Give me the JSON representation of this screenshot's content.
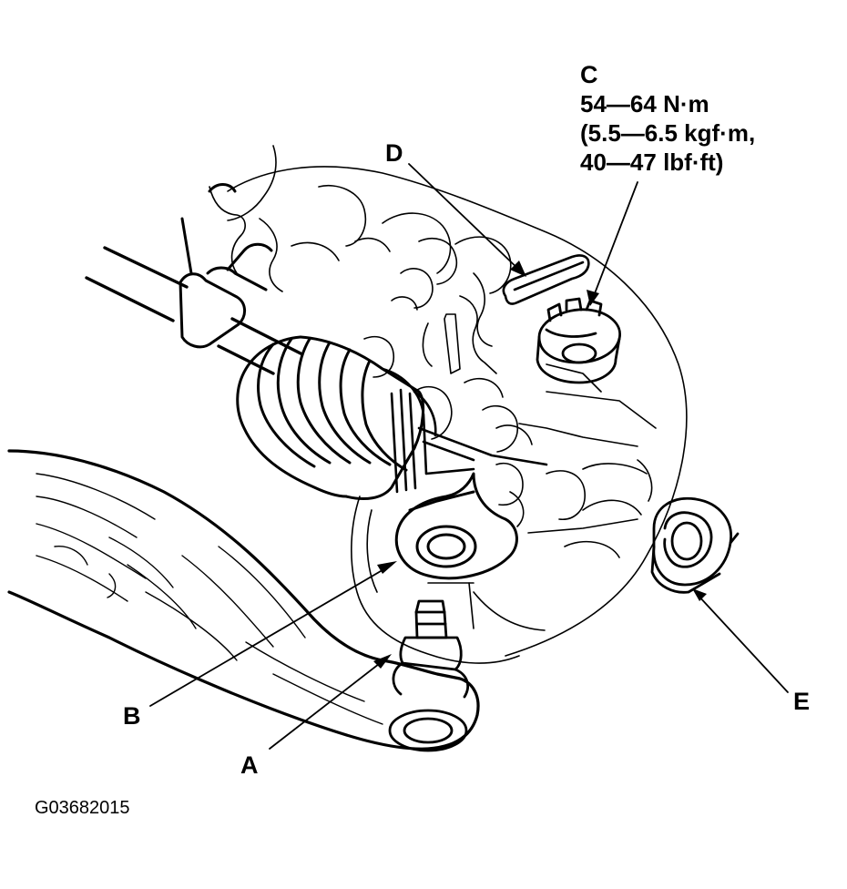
{
  "callouts": {
    "a": "A",
    "b": "B",
    "c": "C",
    "d": "D",
    "e": "E"
  },
  "torque_spec": {
    "line1": "54—64 N·m",
    "line2": "(5.5—6.5 kgf·m,",
    "line3": "40—47 lbf·ft)"
  },
  "figure_code": "G03682015",
  "colors": {
    "line": "#000000",
    "background": "#ffffff"
  }
}
